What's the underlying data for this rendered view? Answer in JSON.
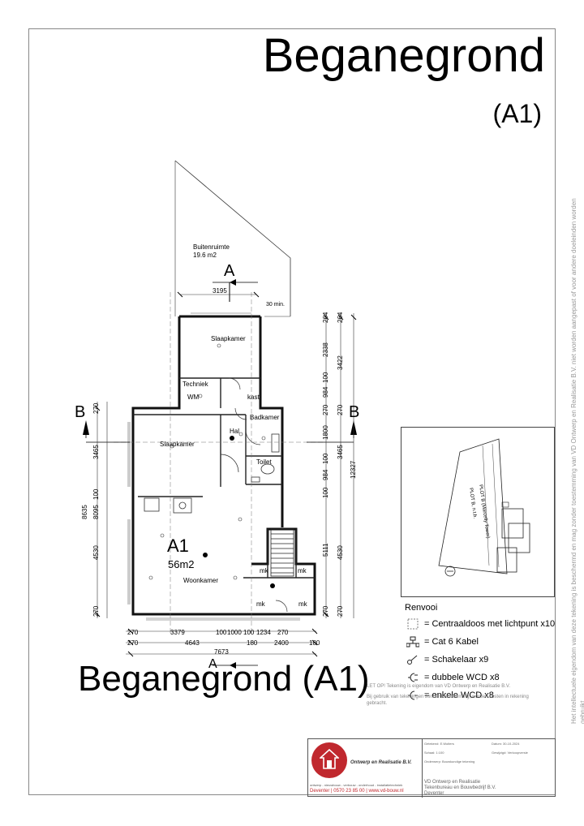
{
  "header": {
    "title": "Beganegrond",
    "subtitle": "(A1)"
  },
  "footer_title": "Beganegrond (A1)",
  "rooms": {
    "outdoor": "Buitenruimte",
    "outdoor_area": "19.6 m2",
    "bedroom_top": "Slaapkamer",
    "technical": "Techniek",
    "washer": "WM",
    "closet": "kast",
    "bedroom_left": "Slaapkamer",
    "hall": "Hal",
    "bathroom": "Badkamer",
    "toilet": "Toilet",
    "living": "Woonkamer",
    "mk1": "mk",
    "mk2": "mk",
    "mk3": "mk",
    "mk4": "mk"
  },
  "unit": {
    "name": "A1",
    "area": "56m2"
  },
  "section_marks": {
    "a_top": "A",
    "a_bottom": "A",
    "b_left": "B",
    "b_right": "B"
  },
  "dimensions": {
    "top_width": "3195",
    "min_note": "30 min.",
    "right_inner": [
      "264",
      "2338",
      "100",
      "984",
      "270",
      "1800",
      "100",
      "984",
      "100",
      "5111",
      "270"
    ],
    "right_outer": [
      "264",
      "3422",
      "270",
      "3465",
      "12327",
      "4530",
      "270"
    ],
    "left_inner": [
      "270",
      "3465",
      "100",
      "4530",
      "270"
    ],
    "left_outer": [
      "8635",
      "8095"
    ],
    "bottom_row1": [
      "270",
      "3379",
      "100",
      "1000",
      "100",
      "1234",
      "270"
    ],
    "bottom_row2": [
      "270",
      "4643",
      "180",
      "2400",
      "180"
    ],
    "bottom_total": "7673"
  },
  "keymap": {
    "plot_label": "PLOT B (Marcelly Tower)",
    "plot_short": "PLOT B, n.t.b."
  },
  "legend": {
    "title": "Renvooi",
    "items": [
      {
        "icon": "junction-box-icon",
        "label": "= Centraaldoos met lichtpunt x10"
      },
      {
        "icon": "network-cable-icon",
        "label": "= Cat 6 Kabel"
      },
      {
        "icon": "switch-icon",
        "label": "= Schakelaar x9"
      },
      {
        "icon": "double-socket-icon",
        "label": "= dubbele WCD x8"
      },
      {
        "icon": "single-socket-icon",
        "label": "= enkele WCD x8"
      }
    ]
  },
  "notes": [
    "LET OP! Tekening is eigendom van VD Ontwerp en Realisatie B.V.",
    "Bij gebruik van tekeningen zonder toestemming, worden kosten in rekening gebracht."
  ],
  "titleblock": {
    "logo_text": "Ontwerp en Realisatie B.V.",
    "services": "ontwerp - nieuwbouw - verbouw - onderhoud - installatietechniek",
    "contact": "Deventer | 0570 23 85 00 | www.vd-bouw.nl",
    "cells": [
      "Getekend: E.Wolters",
      "Datum: 30-10-2024",
      "Schaal: 1:100",
      "Gewijzigd: Verkoopversie",
      "Onderwerp: Bouwkundige tekening"
    ],
    "company": [
      "VD Ontwerp en Realisatie",
      "Tekenbureau en Bouwbedrijf B.V.",
      "Deventer"
    ]
  },
  "side_notice": "Het intellectuele eigendom van deze tekening is beschermd en mag zonder toestemming van VD Ontwerp en Realisatie B.V. niet worden aangepast of voor andere doeleinden worden gebruikt."
}
